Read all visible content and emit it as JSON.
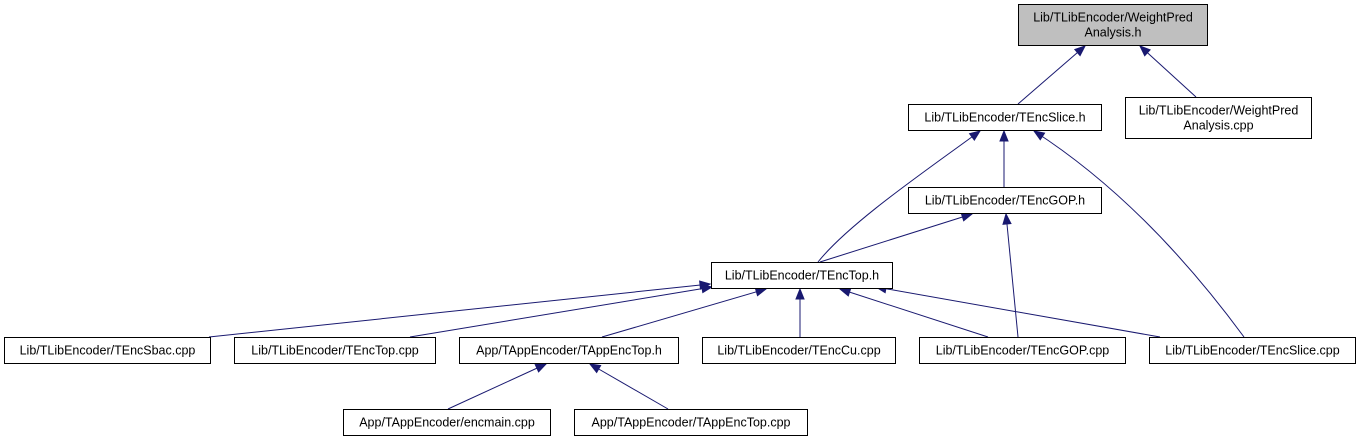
{
  "nodes": {
    "weightpred_h": [
      "Lib/TLibEncoder/WeightPred",
      "Analysis.h"
    ],
    "tencslice_h": [
      "Lib/TLibEncoder/TEncSlice.h"
    ],
    "weightpred_cpp": [
      "Lib/TLibEncoder/WeightPred",
      "Analysis.cpp"
    ],
    "tencgop_h": [
      "Lib/TLibEncoder/TEncGOP.h"
    ],
    "tenctop_h": [
      "Lib/TLibEncoder/TEncTop.h"
    ],
    "tencsbac_cpp": [
      "Lib/TLibEncoder/TEncSbac.cpp"
    ],
    "tenctop_cpp": [
      "Lib/TLibEncoder/TEncTop.cpp"
    ],
    "tappenctop_h": [
      "App/TAppEncoder/TAppEncTop.h"
    ],
    "tenccu_cpp": [
      "Lib/TLibEncoder/TEncCu.cpp"
    ],
    "tencgop_cpp": [
      "Lib/TLibEncoder/TEncGOP.cpp"
    ],
    "tencslice_cpp": [
      "Lib/TLibEncoder/TEncSlice.cpp"
    ],
    "encmain_cpp": [
      "App/TAppEncoder/encmain.cpp"
    ],
    "tappenctop_cpp": [
      "App/TAppEncoder/TAppEncTop.cpp"
    ]
  },
  "edges": [
    [
      "tencslice_h",
      "weightpred_h"
    ],
    [
      "weightpred_cpp",
      "weightpred_h"
    ],
    [
      "tencgop_h",
      "tencslice_h"
    ],
    [
      "tenctop_h",
      "tencslice_h"
    ],
    [
      "tencslice_cpp",
      "tencslice_h"
    ],
    [
      "tenctop_h",
      "tencgop_h"
    ],
    [
      "tencgop_cpp",
      "tencgop_h"
    ],
    [
      "tencsbac_cpp",
      "tenctop_h"
    ],
    [
      "tenctop_cpp",
      "tenctop_h"
    ],
    [
      "tappenctop_h",
      "tenctop_h"
    ],
    [
      "tenccu_cpp",
      "tenctop_h"
    ],
    [
      "tencgop_cpp",
      "tenctop_h"
    ],
    [
      "tencslice_cpp",
      "tenctop_h"
    ],
    [
      "encmain_cpp",
      "tappenctop_h"
    ],
    [
      "tappenctop_cpp",
      "tappenctop_h"
    ]
  ]
}
